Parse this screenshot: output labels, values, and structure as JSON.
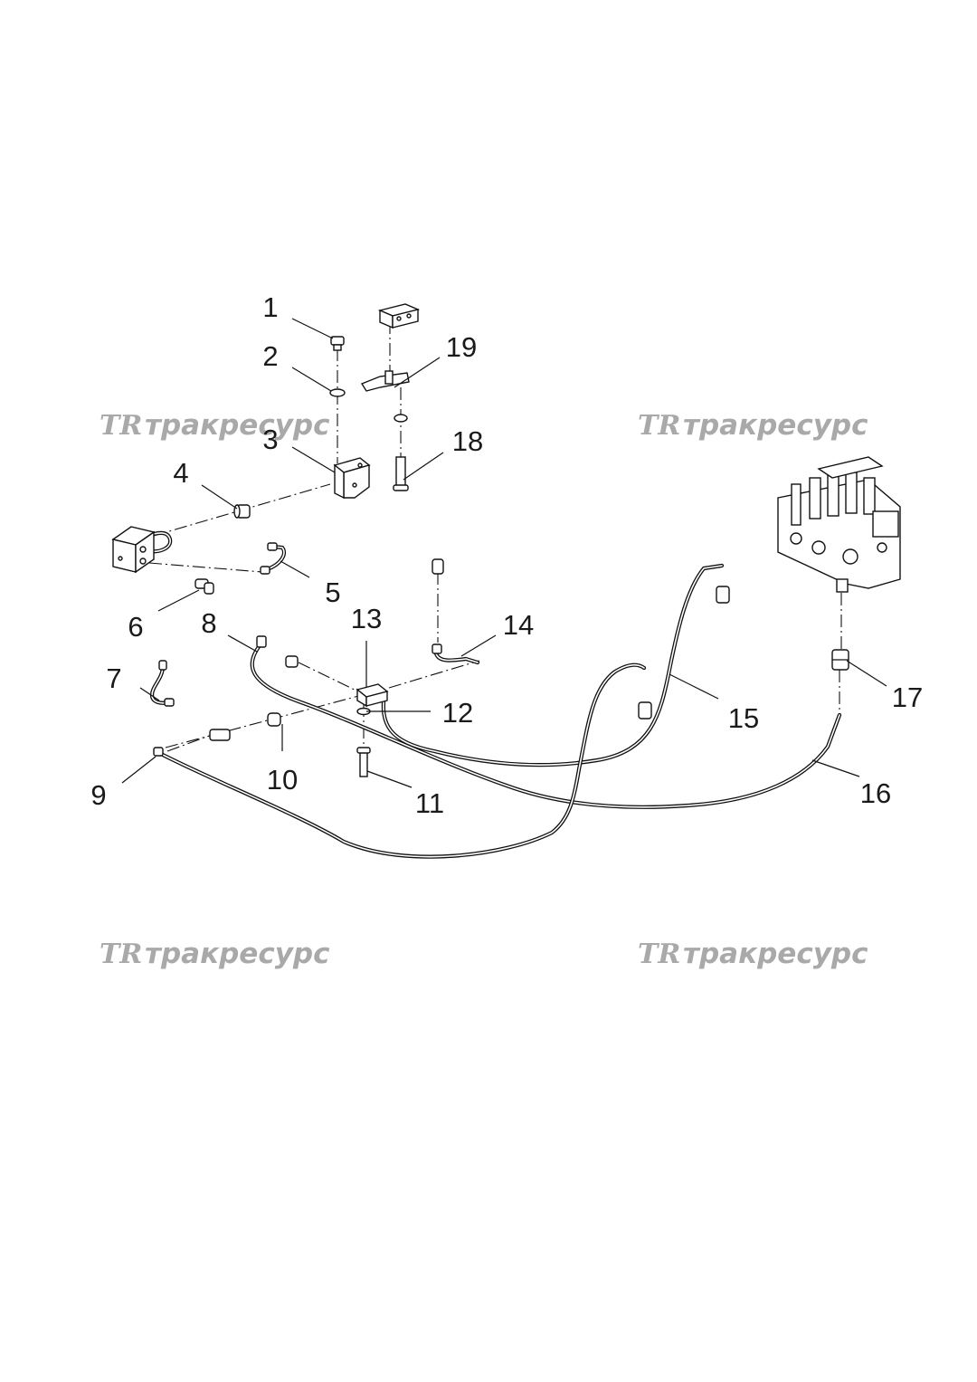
{
  "watermark": {
    "logo": "TR",
    "text": "тракресурс"
  },
  "callouts": [
    "1",
    "2",
    "3",
    "4",
    "5",
    "6",
    "7",
    "8",
    "9",
    "10",
    "11",
    "12",
    "13",
    "14",
    "15",
    "16",
    "17",
    "18",
    "19"
  ]
}
